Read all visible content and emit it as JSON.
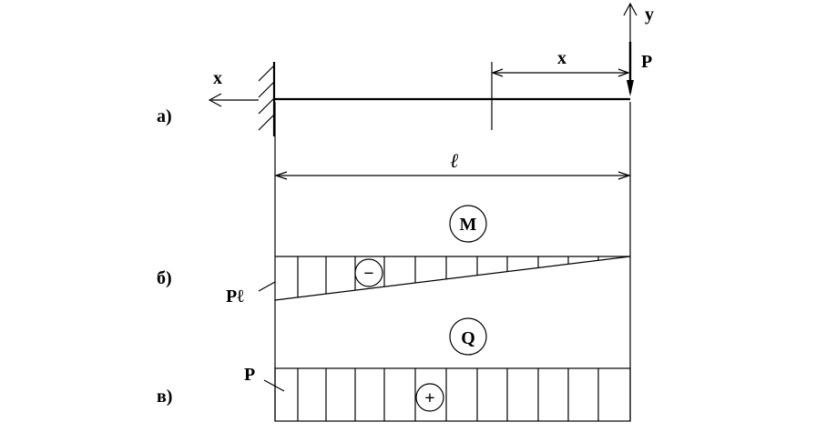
{
  "labels": {
    "a": "а)",
    "b": "б)",
    "v": "в)",
    "axis_x_left": "x",
    "axis_y": "y",
    "dim_x": "x",
    "force": "P",
    "length": "ℓ",
    "moment": "M",
    "shear": "Q",
    "moment_value": "Pℓ",
    "shear_value": "P",
    "minus_sign": "−",
    "plus_sign": "+"
  }
}
